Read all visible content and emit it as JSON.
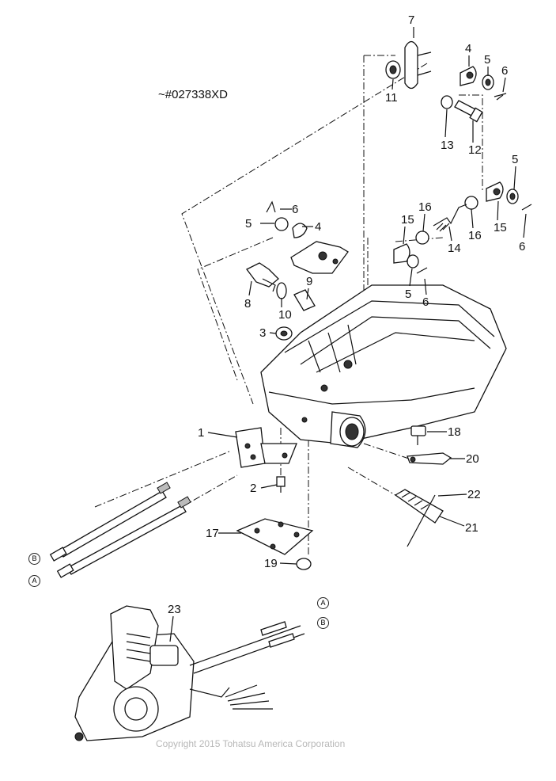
{
  "diagram": {
    "serial_note": "~#027338XD",
    "copyright": "Copyright 2015 Tohatsu America Corporation",
    "cable_markers": [
      "A",
      "B"
    ],
    "callouts": [
      {
        "id": "c7",
        "text": "7"
      },
      {
        "id": "c4a",
        "text": "4"
      },
      {
        "id": "c5a",
        "text": "5"
      },
      {
        "id": "c6a",
        "text": "6"
      },
      {
        "id": "c11",
        "text": "11"
      },
      {
        "id": "c13",
        "text": "13"
      },
      {
        "id": "c12",
        "text": "12"
      },
      {
        "id": "c5b",
        "text": "5"
      },
      {
        "id": "c6b",
        "text": "6"
      },
      {
        "id": "c5c",
        "text": "5"
      },
      {
        "id": "c4b",
        "text": "4"
      },
      {
        "id": "c16a",
        "text": "16"
      },
      {
        "id": "c15a",
        "text": "15"
      },
      {
        "id": "c15b",
        "text": "15"
      },
      {
        "id": "c16b",
        "text": "16"
      },
      {
        "id": "c14",
        "text": "14"
      },
      {
        "id": "c6c",
        "text": "6"
      },
      {
        "id": "c8",
        "text": "8"
      },
      {
        "id": "c9",
        "text": "9"
      },
      {
        "id": "c10",
        "text": "10"
      },
      {
        "id": "c5d",
        "text": "5"
      },
      {
        "id": "c6d",
        "text": "6"
      },
      {
        "id": "c3",
        "text": "3"
      },
      {
        "id": "c1",
        "text": "1"
      },
      {
        "id": "c18",
        "text": "18"
      },
      {
        "id": "c20",
        "text": "20"
      },
      {
        "id": "c2",
        "text": "2"
      },
      {
        "id": "c22",
        "text": "22"
      },
      {
        "id": "c21",
        "text": "21"
      },
      {
        "id": "c17",
        "text": "17"
      },
      {
        "id": "c19",
        "text": "19"
      },
      {
        "id": "c23",
        "text": "23"
      }
    ]
  }
}
